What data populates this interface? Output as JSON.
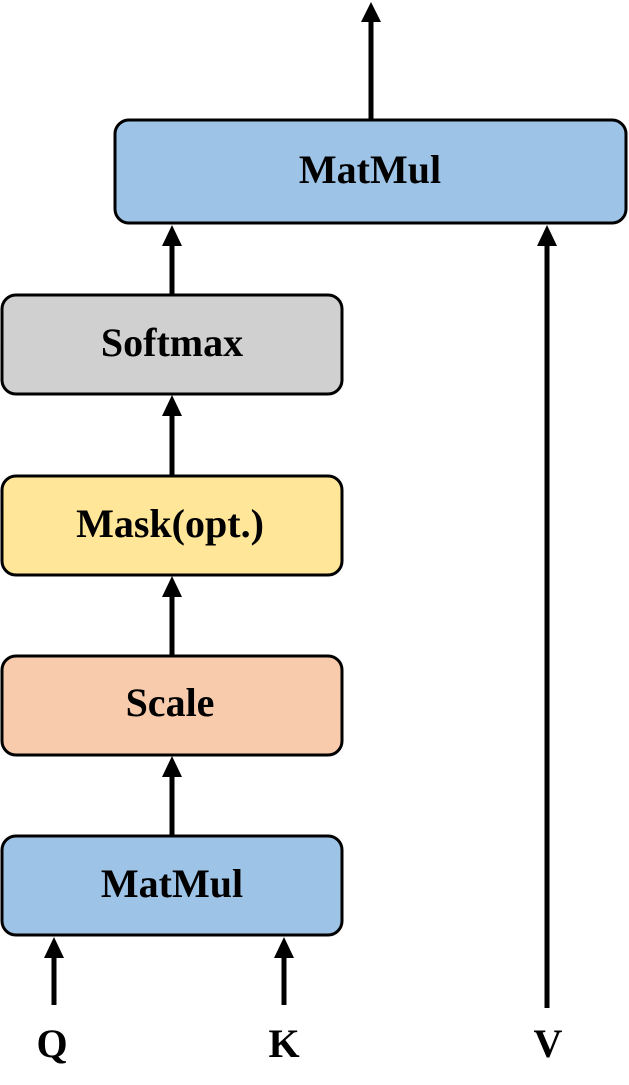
{
  "blocks": {
    "matmul_top": {
      "label": "MatMul",
      "color": "#9dc3e6"
    },
    "softmax": {
      "label": "Softmax",
      "color": "#d0d0d0"
    },
    "mask": {
      "label": "Mask(opt.)",
      "color": "#ffe699"
    },
    "scale": {
      "label": "Scale",
      "color": "#f8cbad"
    },
    "matmul_bottom": {
      "label": "MatMul",
      "color": "#9dc3e6"
    }
  },
  "inputs": {
    "q": "Q",
    "k": "K",
    "v": "V"
  }
}
